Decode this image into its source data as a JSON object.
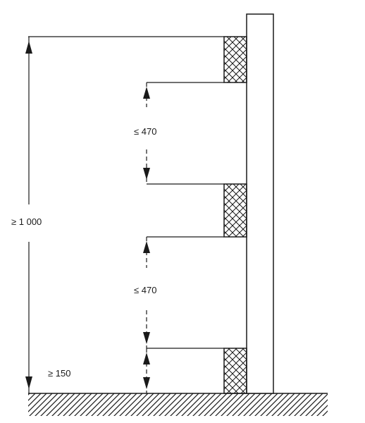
{
  "dimensions": {
    "total_height": "≥ 1 000",
    "upper_gap": "≤ 470",
    "lower_gap": "≤ 470",
    "bottom_gap": "≥ 150"
  },
  "colors": {
    "line": "#1a1a1a",
    "background": "#ffffff"
  }
}
